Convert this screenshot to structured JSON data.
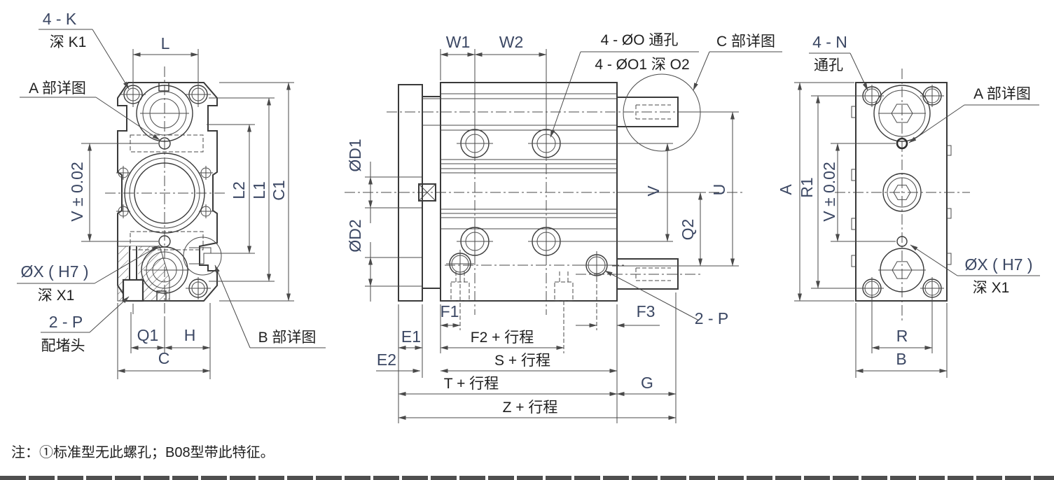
{
  "drawing": {
    "type": "cylinder-dimension-drawing",
    "colors": {
      "line": "#3a3a3a",
      "dim_line": "#4a4a4a",
      "latin_label": "#3b4763",
      "cjk_label": "#1f1f1f",
      "background": "#ffffff"
    },
    "left_view": {
      "annotations": {
        "corner_holes": "4 - K",
        "corner_holes_depth": "深 K1",
        "detail_a": "A 部详图",
        "pin_hole": "ØX ( H7 )",
        "pin_hole_depth": "深 X1",
        "ports": "2 - P",
        "ports_plug": "配堵头",
        "detail_b": "B 部详图"
      },
      "dimensions": {
        "L": "L",
        "V": "V ± 0.02",
        "L2": "L2",
        "L1": "L1",
        "C1": "C1",
        "Q1": "Q1",
        "H": "H",
        "C": "C"
      }
    },
    "middle_view": {
      "annotations": {
        "holes_through": "4 - ØO 通孔",
        "holes_counterbore": "4 - ØO1 深 O2",
        "detail_c": "C 部详图",
        "ports": "2 - P"
      },
      "dimensions": {
        "W1": "W1",
        "W2": "W2",
        "D1": "ØD1",
        "D2": "ØD2",
        "V": "V",
        "Q2": "Q2",
        "U": "U",
        "F1": "F1",
        "E1": "E1",
        "E2": "E2",
        "F2_stroke": "F2 + 行程",
        "S_stroke": "S + 行程",
        "T_stroke": "T + 行程",
        "Z_stroke": "Z + 行程",
        "F3": "F3",
        "G": "G"
      }
    },
    "right_view": {
      "annotations": {
        "corner_holes": "4 - N",
        "corner_holes_through": "通孔",
        "detail_a": "A 部详图",
        "pin_hole": "ØX ( H7 )",
        "pin_hole_depth": "深 X1"
      },
      "dimensions": {
        "A": "A",
        "R1": "R1",
        "V": "V ± 0.02",
        "R": "R",
        "B": "B"
      }
    },
    "note": "注：①标准型无此螺孔；B08型带此特征。"
  }
}
